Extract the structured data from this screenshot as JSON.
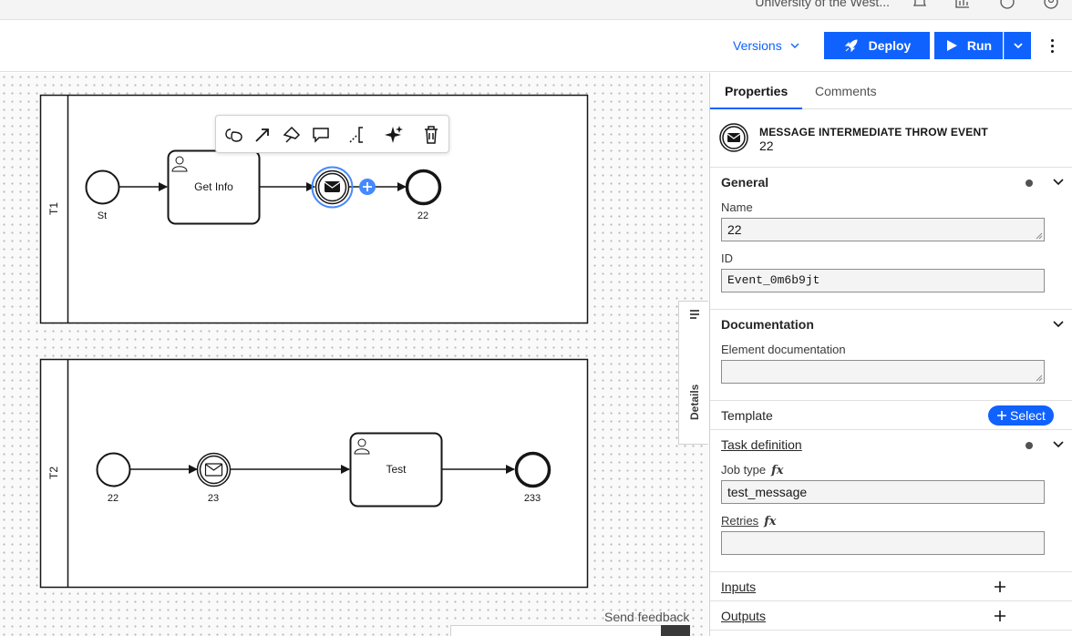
{
  "topbar": {
    "org_name": "University of the West..."
  },
  "toolbar": {
    "versions_label": "Versions",
    "deploy_label": "Deploy",
    "run_label": "Run"
  },
  "canvas": {
    "pools": [
      {
        "label": "T1"
      },
      {
        "label": "T2"
      }
    ],
    "elements": {
      "t1_start": "St",
      "t1_task": "Get Info",
      "t1_end": "22",
      "t2_start": "22",
      "t2_catch": "23",
      "t2_task": "Test",
      "t2_end": "233"
    },
    "details_label": "Details",
    "feedback_label": "Send feedback"
  },
  "panel": {
    "tabs": [
      {
        "label": "Properties",
        "active": true
      },
      {
        "label": "Comments",
        "active": false
      }
    ],
    "element_type": "MESSAGE INTERMEDIATE THROW EVENT",
    "element_name": "22",
    "sections": {
      "general": {
        "title": "General",
        "name_label": "Name",
        "name_value": "22",
        "id_label": "ID",
        "id_value": "Event_0m6b9jt"
      },
      "documentation": {
        "title": "Documentation",
        "doc_label": "Element documentation",
        "doc_value": ""
      },
      "template": {
        "title": "Template",
        "select_label": "Select"
      },
      "task_definition": {
        "title": "Task definition",
        "job_type_label": "Job type",
        "job_type_value": "test_message",
        "retries_label": "Retries",
        "retries_value": ""
      },
      "inputs": {
        "title": "Inputs"
      },
      "outputs": {
        "title": "Outputs"
      }
    }
  },
  "colors": {
    "primary": "#0f62fe",
    "selection": "#4589ff",
    "text": "#161616"
  }
}
